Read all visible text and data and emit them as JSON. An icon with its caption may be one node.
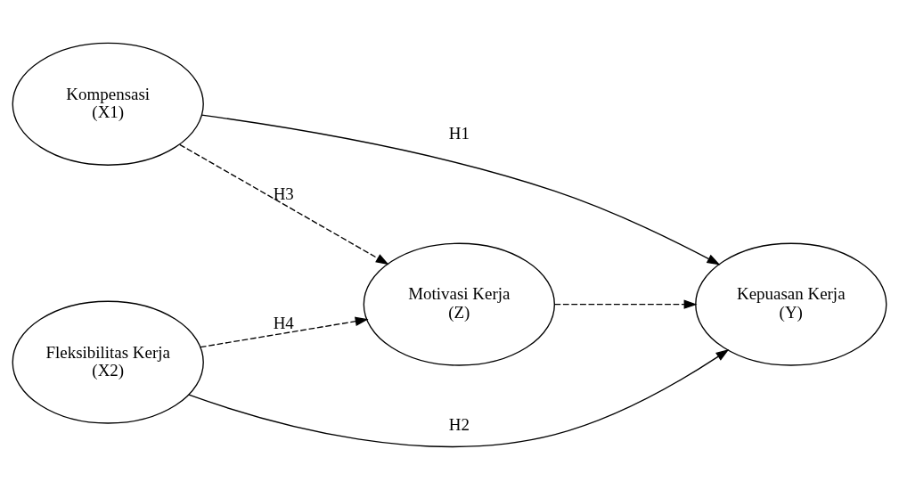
{
  "diagram": {
    "nodes": [
      {
        "text": [
          "Kompensasi",
          "(X1)"
        ]
      },
      {
        "text": [
          "Motivasi Kerja",
          "(Z)"
        ]
      },
      {
        "text": [
          "Kepuasan Kerja",
          "(Y)"
        ]
      },
      {
        "text": [
          "Fleksibilitas Kerja",
          "(X2)"
        ]
      }
    ],
    "edges": [
      {
        "from": 0,
        "to": 2,
        "arrow": "to",
        "label": "H1"
      },
      {
        "from": 3,
        "to": 2,
        "arrow": "to",
        "label": "H2"
      },
      {
        "from": 0,
        "to": 1,
        "arrow": "to",
        "label": "H3",
        "style": "dashed"
      },
      {
        "from": 3,
        "to": 1,
        "arrow": "to",
        "label": "H4",
        "style": "dashed"
      },
      {
        "from": 1,
        "to": 2,
        "arrow": "to",
        "style": "dashed"
      }
    ]
  }
}
